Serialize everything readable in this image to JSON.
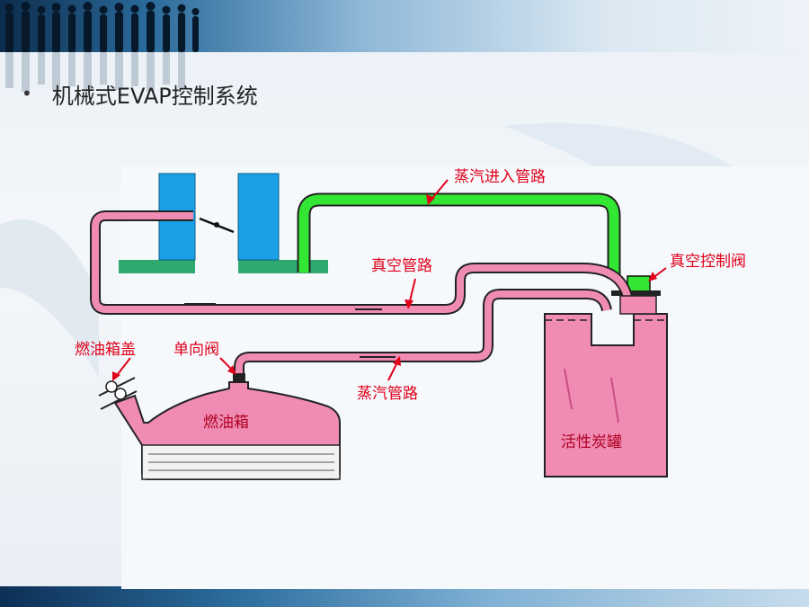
{
  "slide": {
    "bullet": "•",
    "title": "机械式EVAP控制系统"
  },
  "diagram": {
    "labels": {
      "vapor_inlet_line": "蒸汽进入管路",
      "vacuum_control_valve": "真空控制阀",
      "vacuum_line": "真空管路",
      "fuel_tank_cap": "燃油箱盖",
      "check_valve": "单向阀",
      "vapor_line": "蒸汽管路",
      "fuel_tank": "燃油箱",
      "charcoal_canister": "活性炭罐"
    },
    "colors": {
      "hose_pink": "#f08cb4",
      "vapor_green": "#33e633",
      "throttle_blue": "#1aa0e6",
      "base_green": "#2eaa6e",
      "label_red": "#e0001a"
    }
  }
}
